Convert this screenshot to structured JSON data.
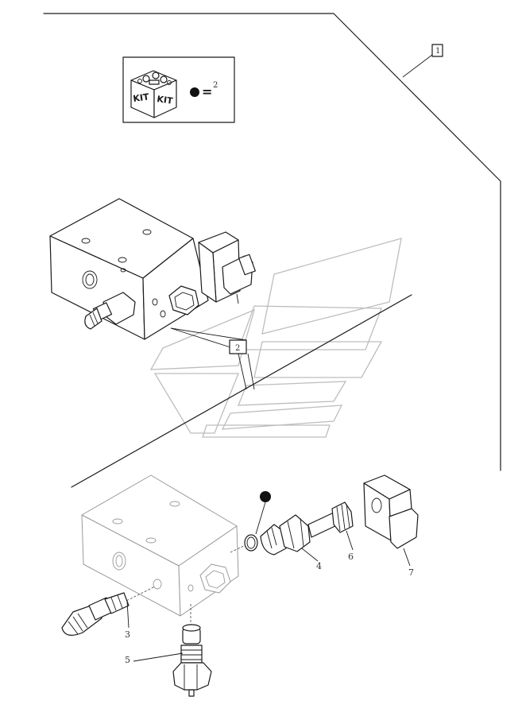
{
  "kit_legend": {
    "kit_label_left": "KIT",
    "kit_label_right": "KIT",
    "equals": "=",
    "kit_ref": "2"
  },
  "callouts": {
    "frame_ref": "1",
    "assembly_ref": "2",
    "part_3": "3",
    "part_4": "4",
    "part_5": "5",
    "part_6": "6",
    "part_7": "7"
  }
}
